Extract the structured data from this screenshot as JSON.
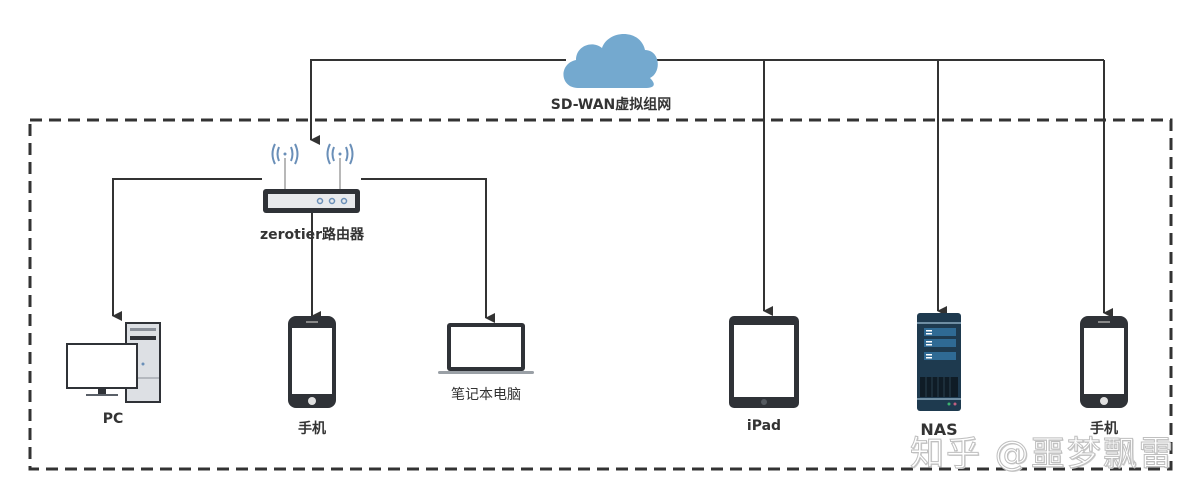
{
  "diagram": {
    "type": "network-topology",
    "cloud": {
      "label": "SD-WAN虚拟组网",
      "color": "#74a9cf"
    },
    "router": {
      "label": "zerotier路由器",
      "antenna_color": "#6a8fb8"
    },
    "lan_boundary": {
      "style": "dashed",
      "color": "#333333"
    },
    "devices": [
      {
        "id": "pc",
        "label": "PC",
        "connected_to": "router",
        "icon": "desktop-pc-icon"
      },
      {
        "id": "phone1",
        "label": "手机",
        "connected_to": "router",
        "icon": "smartphone-icon"
      },
      {
        "id": "laptop",
        "label": "笔记本电脑",
        "connected_to": "router",
        "icon": "laptop-icon"
      },
      {
        "id": "ipad",
        "label": "iPad",
        "connected_to": "cloud",
        "icon": "tablet-icon"
      },
      {
        "id": "nas",
        "label": "NAS",
        "connected_to": "cloud",
        "icon": "nas-server-icon"
      },
      {
        "id": "phone2",
        "label": "手机",
        "connected_to": "cloud",
        "icon": "smartphone-icon"
      }
    ],
    "edges": [
      {
        "from": "cloud",
        "to": "router"
      },
      {
        "from": "cloud",
        "to": "ipad"
      },
      {
        "from": "cloud",
        "to": "nas"
      },
      {
        "from": "cloud",
        "to": "phone2"
      },
      {
        "from": "router",
        "to": "pc"
      },
      {
        "from": "router",
        "to": "phone1"
      },
      {
        "from": "router",
        "to": "laptop"
      }
    ],
    "colors": {
      "line": "#333333",
      "device_dark": "#2f3237",
      "nas_body": "#1e3a4f",
      "nas_panel": "#2f6a94"
    }
  },
  "watermark": "知乎 @噩梦飘雷"
}
